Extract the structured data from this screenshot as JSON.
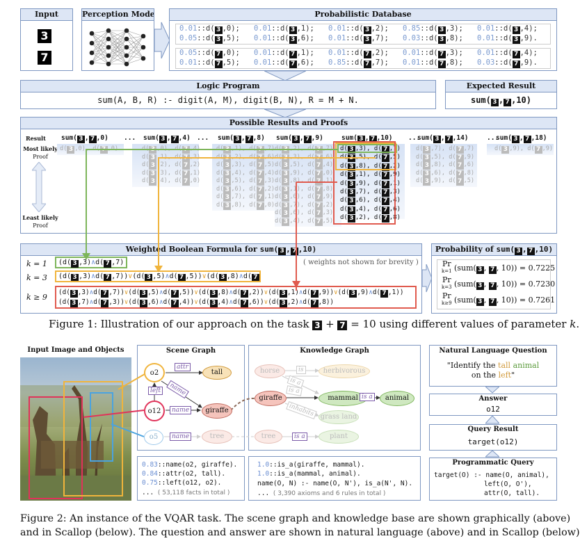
{
  "fig1": {
    "input_title": "Input",
    "perception_title": "Perception Model",
    "db_title": "Probabilistic Database",
    "db_rows1": [
      [
        "0.01::d(",
        "3",
        ",0);",
        "0.01::d(",
        "3",
        ",1);",
        "0.01::d(",
        "3",
        ",2);",
        "0.85::d(",
        "3",
        ",3);",
        "0.01::d(",
        "3",
        ",4);"
      ],
      [
        "0.05::d(",
        "3",
        ",5);",
        "0.01::d(",
        "3",
        ",6);",
        "0.01::d(",
        "3",
        ",7);",
        "0.03::d(",
        "3",
        ",8);",
        "0.01::d(",
        "3",
        ",9)."
      ]
    ],
    "db_rows2": [
      [
        "0.05::d(",
        "7",
        ",0);",
        "0.01::d(",
        "7",
        ",1);",
        "0.01::d(",
        "7",
        ",2);",
        "0.01::d(",
        "7",
        ",3);",
        "0.01::d(",
        "7",
        ",4);"
      ],
      [
        "0.01::d(",
        "7",
        ",5);",
        "0.01::d(",
        "7",
        ",6);",
        "0.85::d(",
        "7",
        ",7);",
        "0.01::d(",
        "7",
        ",8);",
        "0.03::d(",
        "7",
        ",9)."
      ]
    ],
    "logic_title": "Logic Program",
    "logic_text": "sum(A, B, R) :- digit(A, M), digit(B, N), R = M + N.",
    "expected_title": "Expected Result",
    "expected_text": "sum(3,7,10)",
    "results_title": "Possible Results and Proofs",
    "result_label": "Result",
    "most_likely": "Most likely",
    "proof_word": "Proof",
    "least_likely": "Least likely",
    "result_headers": [
      "sum(3,7,0)",
      "...",
      "sum(3,7,4)",
      "...",
      "sum(3,7,8)",
      "sum(3,7,9)",
      "sum(3,7,10)",
      "...",
      "sum(3,7,14)",
      "...",
      "sum(3,7,18)"
    ],
    "proofs_10": [
      "d(3,3), d(7,7)",
      "d(3,5), d(7,5)",
      "d(3,8), d(7,2)",
      "d(3,1), d(7,9)",
      "d(3,9), d(7,1)",
      "d(3,7), d(7,3)",
      "d(3,6), d(7,4)",
      "d(3,4), d(7,6)",
      "d(3,2), d(7,8)"
    ],
    "wbf_title": "Weighted Boolean Formula for sum(3,7,10)",
    "wbf_note": "( weights not shown for brevity )",
    "k_labels": [
      "k = 1",
      "k = 3",
      "k ≥ 9"
    ],
    "prob_title": "Probability of sum(3,7,10)",
    "probs": [
      "0.7225",
      "0.7230",
      "0.7261"
    ],
    "prob_subs": [
      "k=1",
      "k=3",
      "k≥9"
    ],
    "caption": "Figure 1: Illustration of our approach on the task 3 + 7 = 10 using different values of parameter k."
  },
  "fig2": {
    "input_title": "Input Image and Objects",
    "scene_title": "Scene Graph",
    "kg_title": "Knowledge Graph",
    "nlq_title": "Natural Language Question",
    "question": "\"Identify the tall animal on the left\"",
    "answer_title": "Answer",
    "answer": "o12",
    "qresult_title": "Query Result",
    "qresult": "target(o12)",
    "pq_title": "Programmatic Query",
    "pq_lines": [
      "target(O) :- name(O, animal),",
      "left(O, O'),",
      "attr(O, tall)."
    ],
    "sg_facts": [
      [
        "0.83",
        "::name(o2, giraffe)."
      ],
      [
        "0.84",
        "::attr(o2, tall)."
      ],
      [
        "0.75",
        "::left(o12, o2)."
      ]
    ],
    "sg_more": "( 53,118 facts in total )",
    "kg_facts": [
      [
        "1.0",
        "::is_a(giraffe, mammal)."
      ],
      [
        "1.0",
        "::is_a(mammal, animal)."
      ]
    ],
    "kg_rule": "name(O, N) :- name(O, N'), is_a(N', N).",
    "kg_more": "( 3,390 axioms and 6 rules in total )",
    "nodes": {
      "o2": "o2",
      "o12": "o12",
      "o5": "o5",
      "tall": "tall",
      "giraffe": "giraffe",
      "tree": "tree",
      "horse": "horse",
      "herbivorous": "herbivorous",
      "mammal": "mammal",
      "animal": "animal",
      "grassland": "grass land",
      "plant": "plant"
    },
    "edges": {
      "attr": "attr",
      "name": "name",
      "left": "left",
      "is": "is",
      "is_a": "is a",
      "inhabits": "inhabits"
    },
    "caption1": "Figure 2: An instance of the VQAR task. The scene graph and knowledge base are shown graphically (above)",
    "caption2": "and in Scallop (below). The question and answer are shown in natural language (above) and in Scallop (below)."
  },
  "colors": {
    "green": "#7db55a",
    "orange": "#f0b43c",
    "red": "#e05a4e",
    "blue": "#7e97c1"
  }
}
